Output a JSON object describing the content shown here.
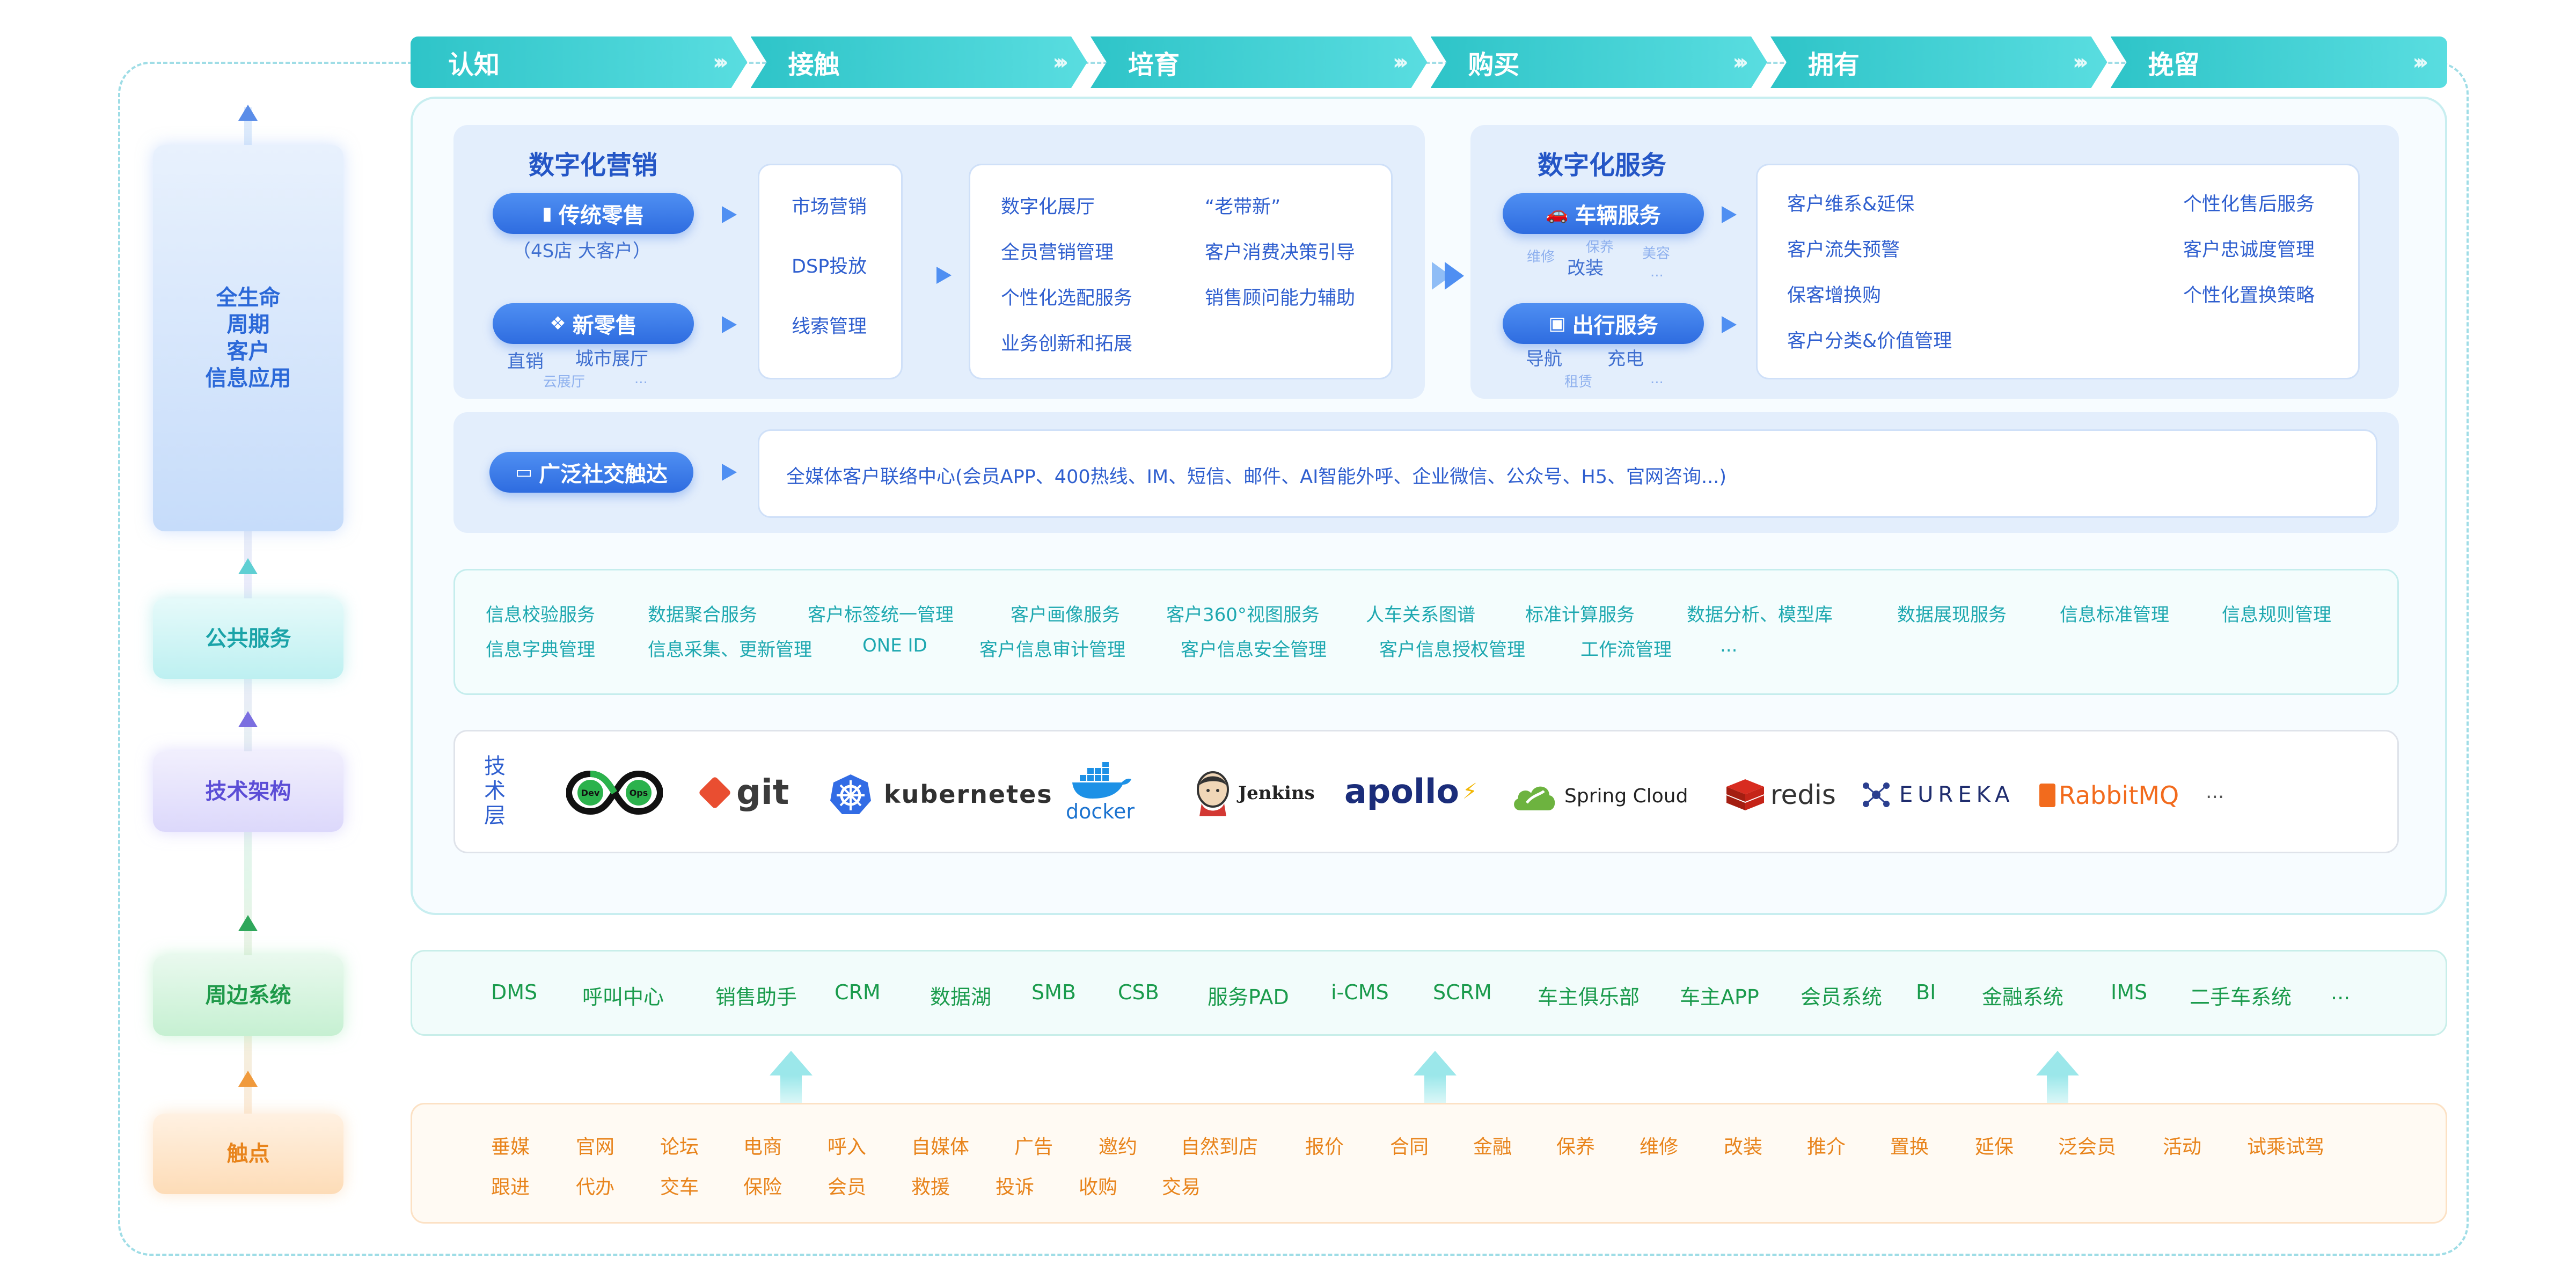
{
  "stages": [
    "认知",
    "接触",
    "培育",
    "购买",
    "拥有",
    "挽留"
  ],
  "left": {
    "lifecycle": [
      "全生命",
      "周期",
      "客户",
      "信息应用"
    ],
    "public_service": "公共服务",
    "tech_arch": "技术架构",
    "peripheral": "周边系统",
    "touchpoint": "触点"
  },
  "digital_marketing": {
    "title": "数字化营销",
    "traditional_pill": "传统零售",
    "traditional_sub": "（4S店   大客户）",
    "new_pill": "新零售",
    "new_sub_1": "直销",
    "new_sub_2": "城市展厅",
    "new_sub_3": "云展厅",
    "new_sub_4": "...",
    "channels": [
      "市场营销",
      "DSP投放",
      "线索管理"
    ],
    "features_left": [
      "数字化展厅",
      "全员营销管理",
      "个性化选配服务",
      "业务创新和拓展"
    ],
    "features_right": [
      "“老带新”",
      "客户消费决策引导",
      "销售顾问能力辅助"
    ]
  },
  "digital_service": {
    "title": "数字化服务",
    "vehicle_pill": "车辆服务",
    "vehicle_sub_1": "维修",
    "vehicle_sub_2": "保养",
    "vehicle_sub_3": "美容",
    "vehicle_sub_4": "改装",
    "vehicle_sub_5": "...",
    "travel_pill": "出行服务",
    "travel_sub_1": "导航",
    "travel_sub_2": "充电",
    "travel_sub_3": "租赁",
    "travel_sub_4": "...",
    "features_left": [
      "客户维系&延保",
      "客户流失预警",
      "保客增换购",
      "客户分类&价值管理"
    ],
    "features_right": [
      "个性化售后服务",
      "客户忠诚度管理",
      "个性化置换策略"
    ]
  },
  "social": {
    "pill": "广泛社交触达",
    "text": "全媒体客户联络中心(会员APP、400热线、IM、短信、邮件、AI智能外呼、企业微信、公众号、H5、官网咨询...)"
  },
  "public_services": {
    "row1": [
      "信息校验服务",
      "数据聚合服务",
      "客户标签统一管理",
      "客户画像服务",
      "客户360°视图服务",
      "人车关系图谱",
      "标准计算服务",
      "数据分析、模型库",
      "数据展现服务",
      "信息标准管理",
      "信息规则管理"
    ],
    "row2": [
      "信息字典管理",
      "信息采集、更新管理",
      "ONE ID",
      "客户信息审计管理",
      "客户信息安全管理",
      "客户信息授权管理",
      "工作流管理",
      "..."
    ]
  },
  "tech": {
    "label": [
      "技",
      "术",
      "层"
    ],
    "logos": [
      "git",
      "kubernetes",
      "docker",
      "Jenkins",
      "apollo",
      "Spring Cloud",
      "redis",
      "EUREKA",
      "RabbitMQ",
      "..."
    ],
    "devops_dev": "Dev",
    "devops_ops": "Ops"
  },
  "peripheral_systems": [
    "DMS",
    "呼叫中心",
    "销售助手",
    "CRM",
    "数据湖",
    "SMB",
    "CSB",
    "服务PAD",
    "i-CMS",
    "SCRM",
    "车主俱乐部",
    "车主APP",
    "会员系统",
    "BI",
    "金融系统",
    "IMS",
    "二手车系统",
    "..."
  ],
  "touchpoints": {
    "row1": [
      "垂媒",
      "官网",
      "论坛",
      "电商",
      "呼入",
      "自媒体",
      "广告",
      "邀约",
      "自然到店",
      "报价",
      "合同",
      "金融",
      "保养",
      "维修",
      "改装",
      "推介",
      "置换",
      "延保",
      "泛会员",
      "活动",
      "试乘试驾"
    ],
    "row2": [
      "跟进",
      "代办",
      "交车",
      "保险",
      "会员",
      "救援",
      "投诉",
      "收购",
      "交易"
    ]
  }
}
